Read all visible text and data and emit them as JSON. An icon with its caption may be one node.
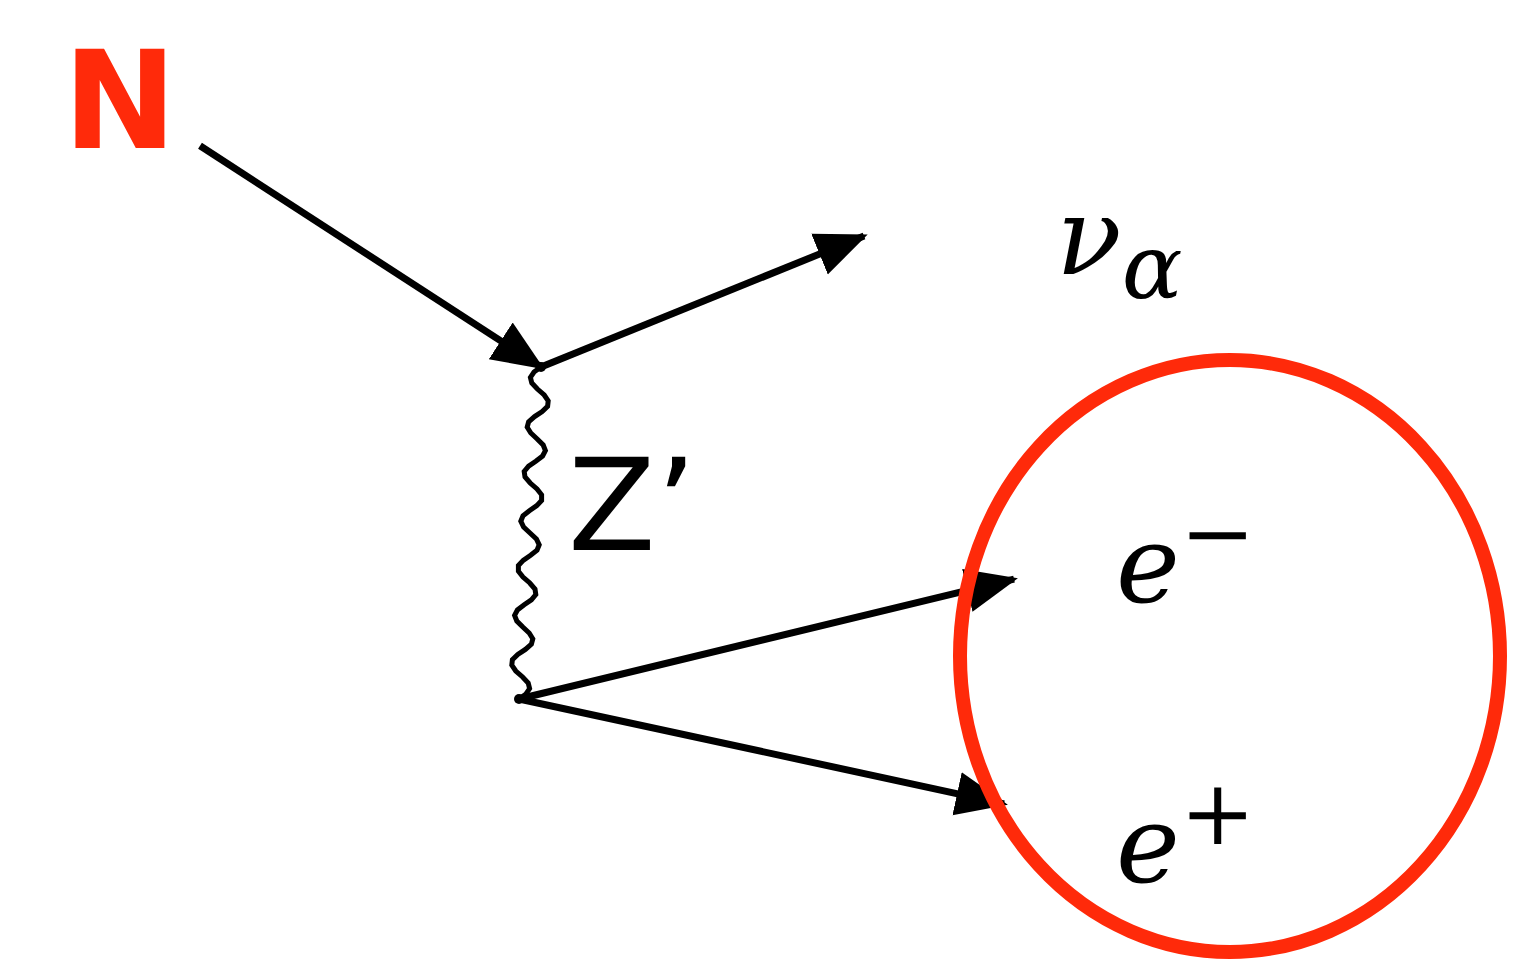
{
  "diagram": {
    "nodes": [
      {
        "text": [
          "N"
        ]
      },
      {
        "text": [],
        "shape": "point"
      },
      {
        "text": [],
        "shape": "point"
      },
      {
        "text": [],
        "shape": "ellipse"
      },
      {
        "text": [
          "e$^{−}$"
        ],
        "in": 3
      },
      {
        "text": [
          "e$^{+}$"
        ],
        "in": 3
      }
    ],
    "edges": [
      {
        "from": 0,
        "to": 1,
        "arrow": "to"
      },
      {
        "from": 1,
        "to": null,
        "arrow": "to"
      },
      {
        "from": 1,
        "to": 2,
        "arrow": "none",
        "label": "Z’"
      },
      {
        "from": 2,
        "to": 4,
        "arrow": "to"
      },
      {
        "from": 2,
        "to": 5,
        "arrow": "to"
      }
    ],
    "labels": [
      "ν$_{α}$"
    ]
  }
}
